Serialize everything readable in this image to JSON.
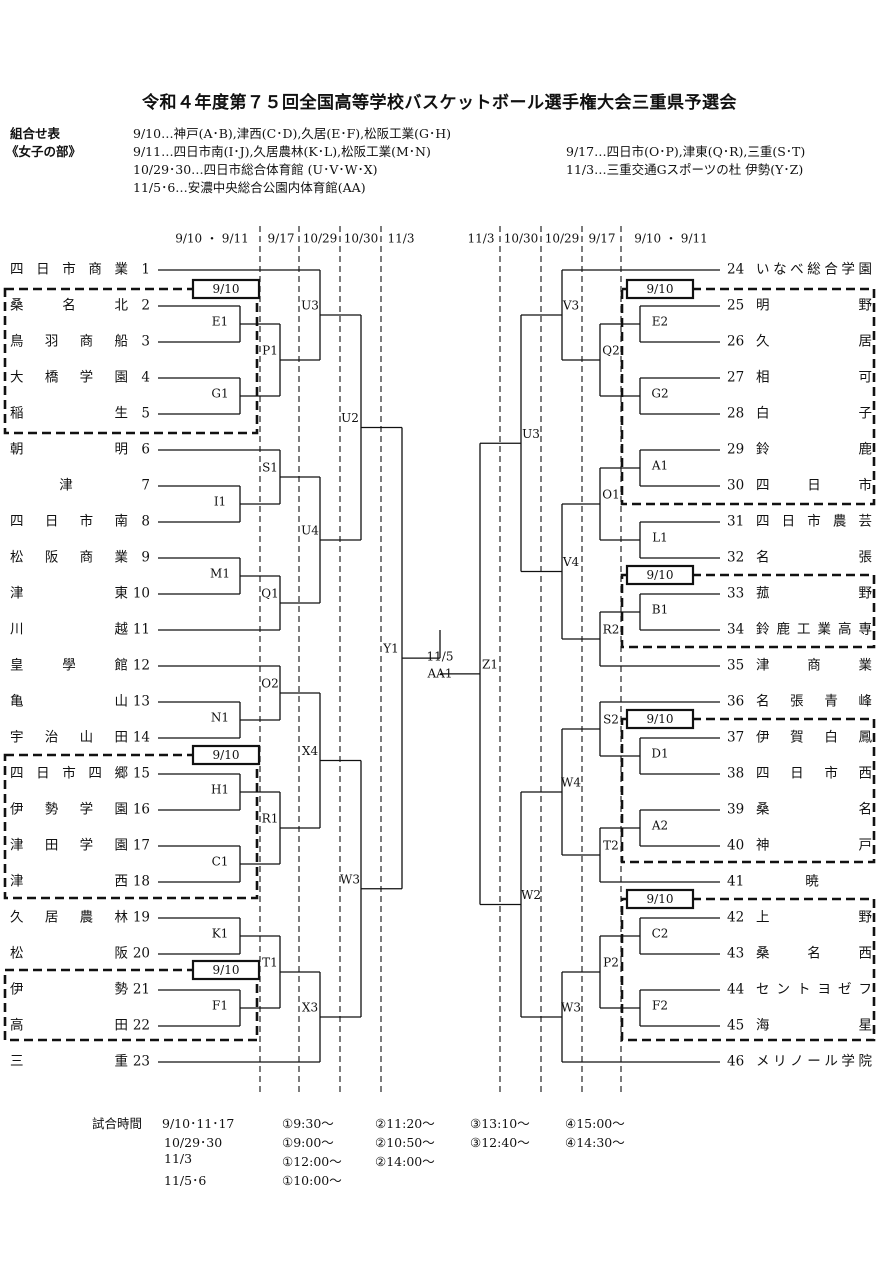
{
  "title": "令和４年度第７５回全国高等学校バスケットボール選手権大会三重県予選会",
  "header": {
    "label1": "組合せ表",
    "label2": "《女子の部》",
    "venues_left": [
      "9/10…神戸(A･B),津西(C･D),久居(E･F),松阪工業(G･H)",
      "9/11…四日市南(I･J),久居農林(K･L),松阪工業(M･N)",
      "10/29･30…四日市総合体育館 (U･V･W･X)",
      "11/5･6…安濃中央総合公園内体育館(AA)"
    ],
    "venues_right": [
      "9/17…四日市(O･P),津東(Q･R),三重(S･T)",
      "11/3…三重交通Gスポーツの杜 伊勢(Y･Z)"
    ]
  },
  "dates_left": [
    "9/10 ・ 9/11",
    "9/17",
    "10/29",
    "10/30",
    "11/3"
  ],
  "dates_right": [
    "11/3",
    "10/30",
    "10/29",
    "9/17",
    "9/10 ・ 9/11"
  ],
  "teams_left": [
    {
      "name": "四日市商業",
      "no": "1"
    },
    {
      "name": "桑名北",
      "no": "2"
    },
    {
      "name": "鳥羽商船",
      "no": "3"
    },
    {
      "name": "大橋学園",
      "no": "4"
    },
    {
      "name": "稲生",
      "no": "5"
    },
    {
      "name": "朝明",
      "no": "6"
    },
    {
      "name": "津",
      "no": "7"
    },
    {
      "name": "四日市南",
      "no": "8"
    },
    {
      "name": "松阪商業",
      "no": "9"
    },
    {
      "name": "津東",
      "no": "10"
    },
    {
      "name": "川越",
      "no": "11"
    },
    {
      "name": "皇學館",
      "no": "12"
    },
    {
      "name": "亀山",
      "no": "13"
    },
    {
      "name": "宇治山田",
      "no": "14"
    },
    {
      "name": "四日市四郷",
      "no": "15"
    },
    {
      "name": "伊勢学園",
      "no": "16"
    },
    {
      "name": "津田学園",
      "no": "17"
    },
    {
      "name": "津西",
      "no": "18"
    },
    {
      "name": "久居農林",
      "no": "19"
    },
    {
      "name": "松阪",
      "no": "20"
    },
    {
      "name": "伊勢",
      "no": "21"
    },
    {
      "name": "高田",
      "no": "22"
    },
    {
      "name": "三重",
      "no": "23"
    }
  ],
  "teams_right": [
    {
      "name": "いなべ総合学園",
      "no": "24"
    },
    {
      "name": "明野",
      "no": "25"
    },
    {
      "name": "久居",
      "no": "26"
    },
    {
      "name": "相可",
      "no": "27"
    },
    {
      "name": "白子",
      "no": "28"
    },
    {
      "name": "鈴鹿",
      "no": "29"
    },
    {
      "name": "四日市",
      "no": "30"
    },
    {
      "name": "四日市農芸",
      "no": "31"
    },
    {
      "name": "名張",
      "no": "32"
    },
    {
      "name": "菰野",
      "no": "33"
    },
    {
      "name": "鈴鹿工業高専",
      "no": "34"
    },
    {
      "name": "津商業",
      "no": "35"
    },
    {
      "name": "名張青峰",
      "no": "36"
    },
    {
      "name": "伊賀白鳳",
      "no": "37"
    },
    {
      "name": "四日市西",
      "no": "38"
    },
    {
      "name": "桑名",
      "no": "39"
    },
    {
      "name": "神戸",
      "no": "40"
    },
    {
      "name": "暁",
      "no": "41"
    },
    {
      "name": "上野",
      "no": "42"
    },
    {
      "name": "桑名西",
      "no": "43"
    },
    {
      "name": "セントヨゼフ",
      "no": "44"
    },
    {
      "name": "海星",
      "no": "45"
    },
    {
      "name": "メリノール学院",
      "no": "46"
    }
  ],
  "box_label": "9/10",
  "final": {
    "date": "11/5",
    "court": "AA1"
  },
  "schedule": {
    "label": "試合時間",
    "rows": [
      {
        "date": "9/10･11･17",
        "times": [
          "①9:30～",
          "②11:20～",
          "③13:10～",
          "④15:00～"
        ]
      },
      {
        "date": "10/29･30",
        "times": [
          "①9:00～",
          "②10:50～",
          "③12:40～",
          "④14:30～"
        ]
      },
      {
        "date": "11/3",
        "times": [
          "①12:00～",
          "②14:00～"
        ]
      },
      {
        "date": "11/5･6",
        "times": [
          "①10:00～"
        ]
      }
    ]
  }
}
